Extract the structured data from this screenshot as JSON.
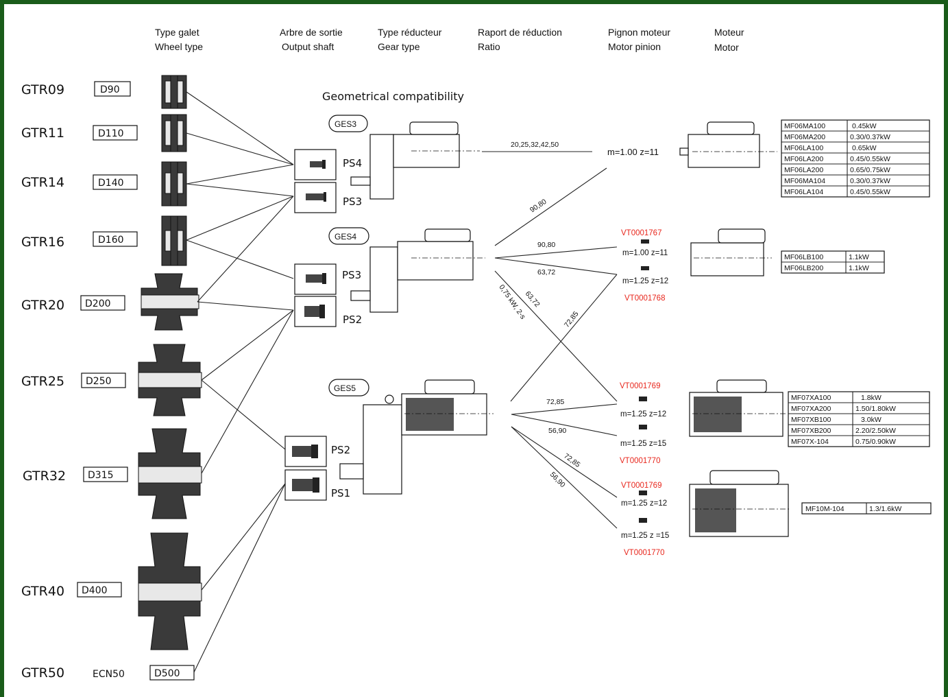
{
  "headers": [
    {
      "fr": "Type galet",
      "en": "Wheel type"
    },
    {
      "fr": "Arbre de sortie",
      "en": "Output shaft"
    },
    {
      "fr": "Type réducteur",
      "en": "Gear type"
    },
    {
      "fr": "Raport de réduction",
      "en": "Ratio"
    },
    {
      "fr": "Pignon moteur",
      "en": "Motor pinion"
    },
    {
      "fr": "Moteur",
      "en": "Motor"
    }
  ],
  "geometrical_compatibility": "Geometrical compatibility",
  "wheels": [
    {
      "name": "GTR09",
      "diameter": "D90"
    },
    {
      "name": "GTR11",
      "diameter": "D110"
    },
    {
      "name": "GTR14",
      "diameter": "D140"
    },
    {
      "name": "GTR16",
      "diameter": "D160"
    },
    {
      "name": "GTR20",
      "diameter": "D200"
    },
    {
      "name": "GTR25",
      "diameter": "D250"
    },
    {
      "name": "GTR32",
      "diameter": "D315"
    },
    {
      "name": "GTR40",
      "diameter": "D400"
    },
    {
      "name": "GTR50",
      "diameter": "D500",
      "extra": "ECN50"
    }
  ],
  "shafts": [
    "PS4",
    "PS3",
    "PS3",
    "PS2",
    "PS2",
    "PS1"
  ],
  "gears": [
    "GES3",
    "GES4",
    "GES5"
  ],
  "ratios": {
    "ges3": "20,25,32,42,50",
    "ges4_a": "90,80",
    "ges4_b": "90,80",
    "ges4_c": "63,72",
    "ges4_d": "0,75 kW, 2-s",
    "ges4_e": "63,72",
    "ges4_f": "72,85",
    "ges5_a": "72,85",
    "ges5_b": "56,90",
    "ges5_c": "72,85",
    "ges5_d": "56,90"
  },
  "pinions": {
    "p1": "m=1.00 z=11",
    "p2": "m=1.00 z=11",
    "p3": "m=1.25 z=12",
    "p4": "m=1.25 z=12",
    "p5": "m=1.25 z=15",
    "p6": "m=1.25 z=12",
    "p7": "m=1.25 z =15"
  },
  "vt_codes": {
    "v1": "VT0001767",
    "v2": "VT0001768",
    "v3": "VT0001769",
    "v4": "VT0001770",
    "v5": "VT0001769",
    "v6": "VT0001770"
  },
  "motor_tables": [
    {
      "rows": [
        [
          "MF06MA100",
          "0.45kW"
        ],
        [
          "MF06MA200",
          "0.30/0.37kW"
        ],
        [
          "MF06LA100",
          "0.65kW"
        ],
        [
          "MF06LA200",
          "0.45/0.55kW"
        ],
        [
          "MF06LA200",
          "0.65/0.75kW"
        ],
        [
          "MF06MA104",
          "0.30/0.37kW"
        ],
        [
          "MF06LA104",
          "0.45/0.55kW"
        ]
      ]
    },
    {
      "rows": [
        [
          "MF06LB100",
          "1.1kW"
        ],
        [
          "MF06LB200",
          "1.1kW"
        ]
      ]
    },
    {
      "rows": [
        [
          "MF07XA100",
          "1.8kW"
        ],
        [
          "MF07XA200",
          "1.50/1.80kW"
        ],
        [
          "MF07XB100",
          "3.0kW"
        ],
        [
          "MF07XB200",
          "2.20/2.50kW"
        ],
        [
          "MF07X-104",
          "0.75/0.90kW"
        ]
      ]
    },
    {
      "rows": [
        [
          "MF10M-104",
          "1.3/1.6kW"
        ]
      ]
    }
  ],
  "colors": {
    "frame": "#1a5c1a",
    "vt_code": "#e8261c"
  }
}
